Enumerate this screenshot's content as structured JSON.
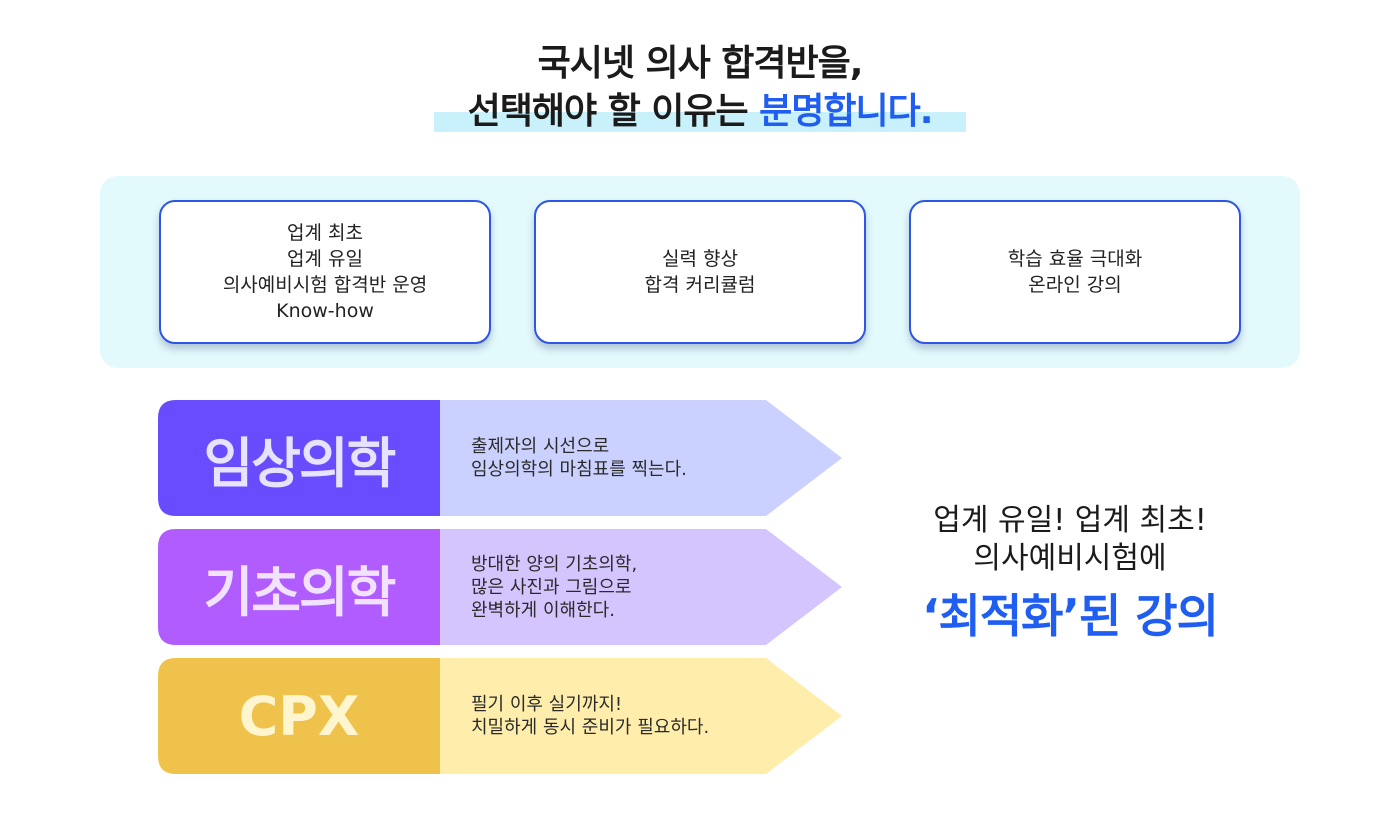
{
  "headline": {
    "line1": "국시넷 의사 합격반을,",
    "line2_prefix": "선택해야 할 이유는 ",
    "line2_accent": "분명합니다."
  },
  "features": [
    {
      "lines": [
        "업계 최초",
        "업계 유일",
        "의사예비시험 합격반 운영",
        "Know-how"
      ]
    },
    {
      "lines": [
        "실력 향상",
        "합격 커리큘럼"
      ]
    },
    {
      "lines": [
        "학습 효율 극대화",
        "온라인 강의"
      ]
    }
  ],
  "subjects": [
    {
      "label": "임상의학",
      "desc": [
        "출제자의 시선으로",
        "임상의학의 마침표를 찍는다."
      ]
    },
    {
      "label": "기초의학",
      "desc": [
        "방대한 양의 기초의학,",
        "많은 사진과 그림으로",
        "완벽하게 이해한다."
      ]
    },
    {
      "label": "CPX",
      "desc": [
        "필기 이후 실기까지!",
        "치밀하게 동시 준비가 필요하다."
      ]
    }
  ],
  "side": {
    "line1": "업계 유일! 업계 최초!",
    "line2": "의사예비시험에",
    "line3_accent": "‘최적화’",
    "line3_rest": "된 강의"
  },
  "colors": {
    "accent": "#1f5ef0",
    "highlight": "#c9f1fb",
    "panel": "#e3fafc",
    "card_border": "#2f55e6",
    "subject_1_dark": "#6a4cff",
    "subject_1_light": "#cbd1ff",
    "subject_1_text": "#e7e3ff",
    "subject_2_dark": "#b15cff",
    "subject_2_light": "#d5c5ff",
    "subject_2_text": "#f1e2ff",
    "subject_3_dark": "#efc24c",
    "subject_3_light": "#ffeeab",
    "subject_3_text": "#fff5cf"
  }
}
